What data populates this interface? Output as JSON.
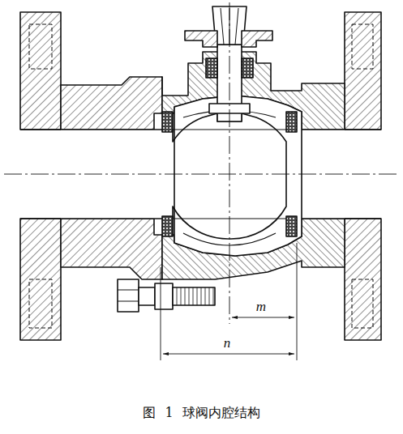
{
  "diagram": {
    "caption": "图 1 球阀内腔结构",
    "labels": [
      "m",
      "n"
    ]
  }
}
